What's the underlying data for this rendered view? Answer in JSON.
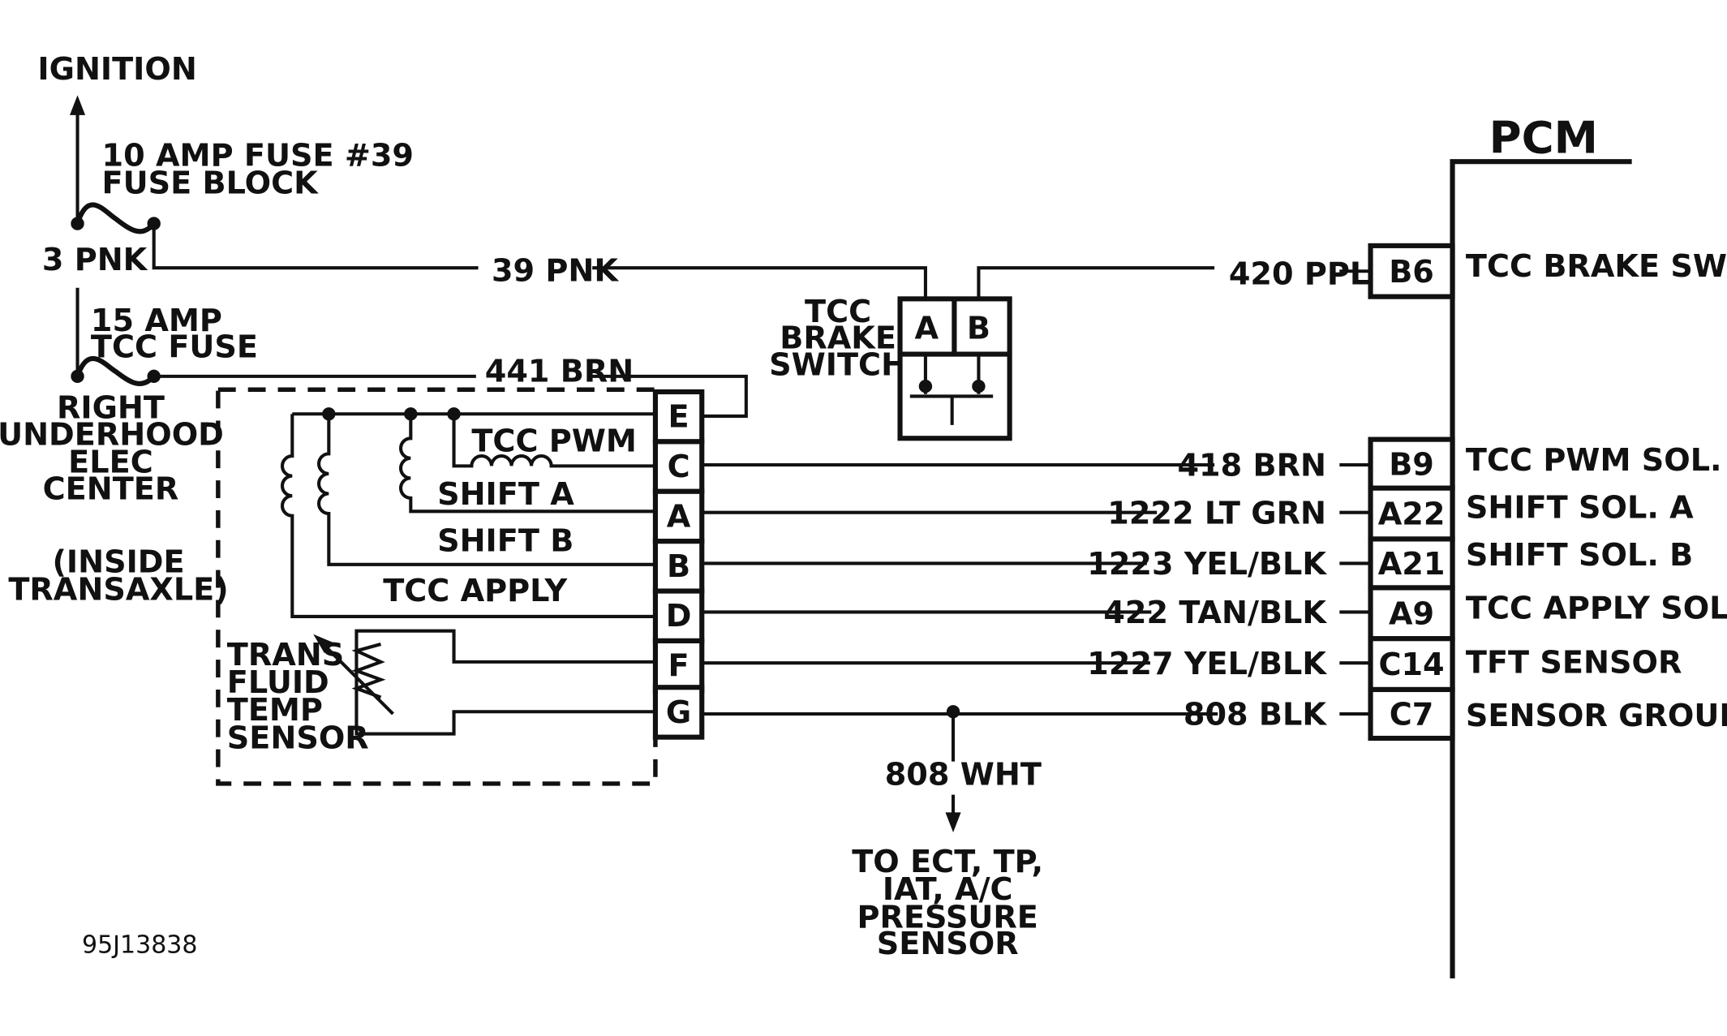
{
  "source": {
    "ignition": "IGNITION",
    "fuse39_line1": "10 AMP FUSE #39",
    "fuse39_line2": "FUSE BLOCK",
    "wire_3pnk": "3 PNK",
    "fuse_tcc_line1": "15 AMP",
    "fuse_tcc_line2": "TCC FUSE",
    "center_lines": [
      "RIGHT",
      "UNDERHOOD",
      "ELEC",
      "CENTER"
    ],
    "transaxle_lines": [
      "(INSIDE",
      "TRANSAXLE)"
    ]
  },
  "wires": {
    "w39pnk": "39 PNK",
    "w441brn": "441 BRN",
    "w420ppl": "420 PPL",
    "w808wht": "808 WHT"
  },
  "brake_switch": {
    "label_lines": [
      "TCC",
      "BRAKE",
      "SWITCH"
    ],
    "pin_a": "A",
    "pin_b": "B"
  },
  "transaxle": {
    "coil_labels": {
      "tcc_pwm": "TCC PWM",
      "shift_a": "SHIFT A",
      "shift_b": "SHIFT B",
      "tcc_apply": "TCC  APPLY"
    },
    "sensor_lines": [
      "TRANS",
      "FLUID",
      "TEMP",
      "SENSOR"
    ],
    "connector_pins": [
      "E",
      "C",
      "A",
      "B",
      "D",
      "F",
      "G"
    ]
  },
  "pcm": {
    "title": "PCM",
    "rows": [
      {
        "wire": "420 PPL",
        "pin": "B6",
        "func": "TCC BRAKE SWITCH"
      },
      {
        "wire": "418 BRN",
        "pin": "B9",
        "func": "TCC PWM SOL."
      },
      {
        "wire": "1222 LT GRN",
        "pin": "A22",
        "func": "SHIFT SOL. A"
      },
      {
        "wire": "1223 YEL/BLK",
        "pin": "A21",
        "func": "SHIFT SOL. B"
      },
      {
        "wire": "422 TAN/BLK",
        "pin": "A9",
        "func": "TCC APPLY SOL."
      },
      {
        "wire": "1227 YEL/BLK",
        "pin": "C14",
        "func": "TFT SENSOR"
      },
      {
        "wire": "808 BLK",
        "pin": "C7",
        "func": "SENSOR GROUND"
      }
    ]
  },
  "ground_branch": {
    "label_lines": [
      "TO ECT, TP,",
      "IAT, A/C",
      "PRESSURE",
      "SENSOR"
    ]
  },
  "figure_id": "95J13838"
}
